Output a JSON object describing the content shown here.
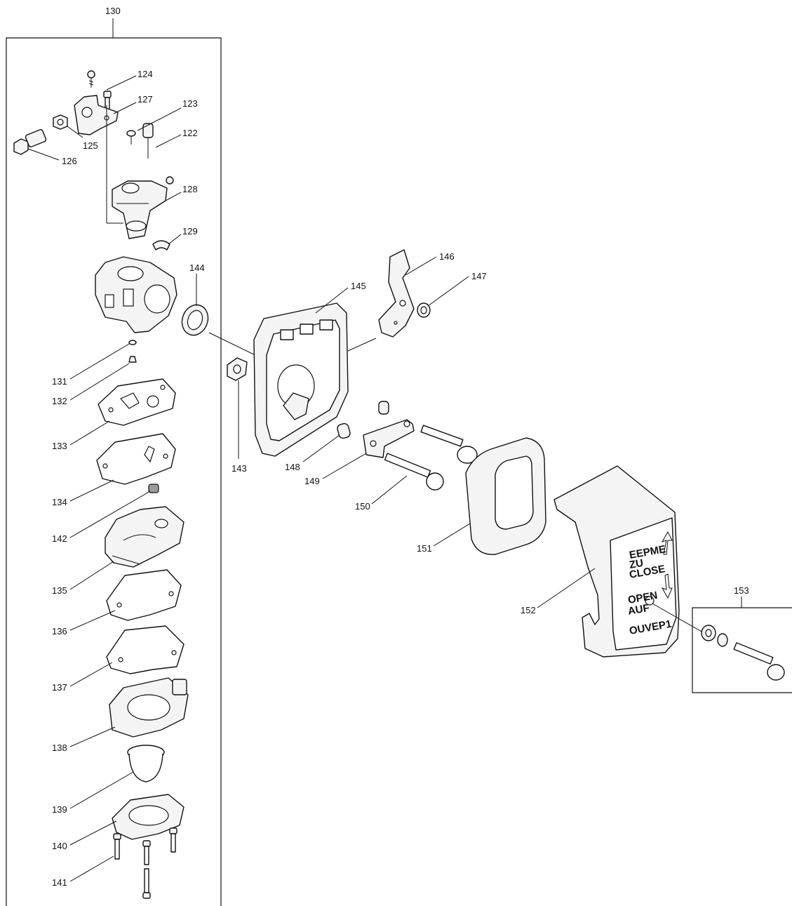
{
  "callouts": {
    "c130": "130",
    "c124": "124",
    "c127": "127",
    "c123": "123",
    "c122": "122",
    "c125": "125",
    "c126": "126",
    "c128": "128",
    "c129": "129",
    "c144": "144",
    "c131": "131",
    "c132": "132",
    "c133": "133",
    "c134": "134",
    "c142": "142",
    "c135": "135",
    "c136": "136",
    "c137": "137",
    "c138": "138",
    "c139": "139",
    "c140": "140",
    "c141": "141",
    "c146": "146",
    "c147": "147",
    "c145": "145",
    "c143": "143",
    "c148": "148",
    "c149": "149",
    "c150": "150",
    "c151": "151",
    "c152": "152",
    "c153": "153"
  },
  "cover_label": {
    "close_1": "EEPME",
    "close_2": "ZU",
    "close_3": "CLOSE",
    "open_1": "OPEN",
    "open_2": "AUF",
    "open_3": "OUVEP1"
  }
}
